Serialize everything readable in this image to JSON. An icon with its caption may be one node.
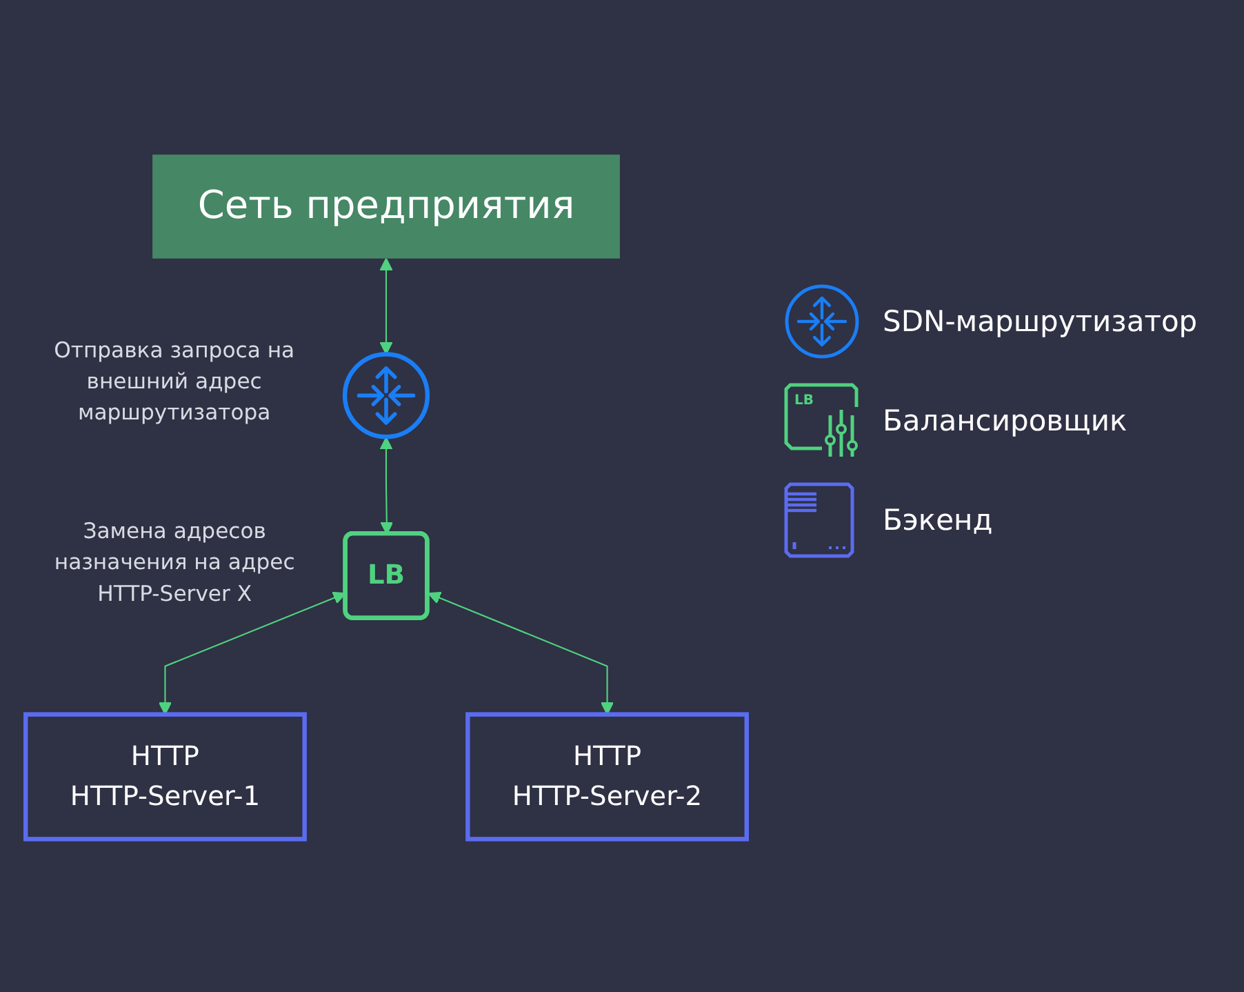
{
  "diagram": {
    "nodes": [
      {
        "text": [
          "Сеть предприятия"
        ]
      },
      {
        "text": [],
        "shape": "circle",
        "beside": [
          "Отправка запроса на внешний адрес маршрутизатора"
        ]
      },
      {
        "text": [
          "LB"
        ],
        "beside": [
          "Замена адресов назначения на адрес HTTP-Server X"
        ]
      },
      {
        "text": [
          "HTTP",
          "HTTP-Server-1"
        ]
      },
      {
        "text": [
          "HTTP",
          "HTTP-Server-2"
        ]
      }
    ],
    "edges": [
      {
        "from": 0,
        "to": 1,
        "arrow": "both"
      },
      {
        "from": 1,
        "to": 2,
        "arrow": "both"
      },
      {
        "from": 2,
        "to": 3,
        "arrow": "both"
      },
      {
        "from": 2,
        "to": 4,
        "arrow": "both"
      }
    ],
    "labels": [
      "LB"
    ],
    "legend": [
      {
        "text": "SDN-маршрутизатор"
      },
      {
        "text": "Балансировщик"
      },
      {
        "text": "Бэкенд"
      }
    ]
  }
}
